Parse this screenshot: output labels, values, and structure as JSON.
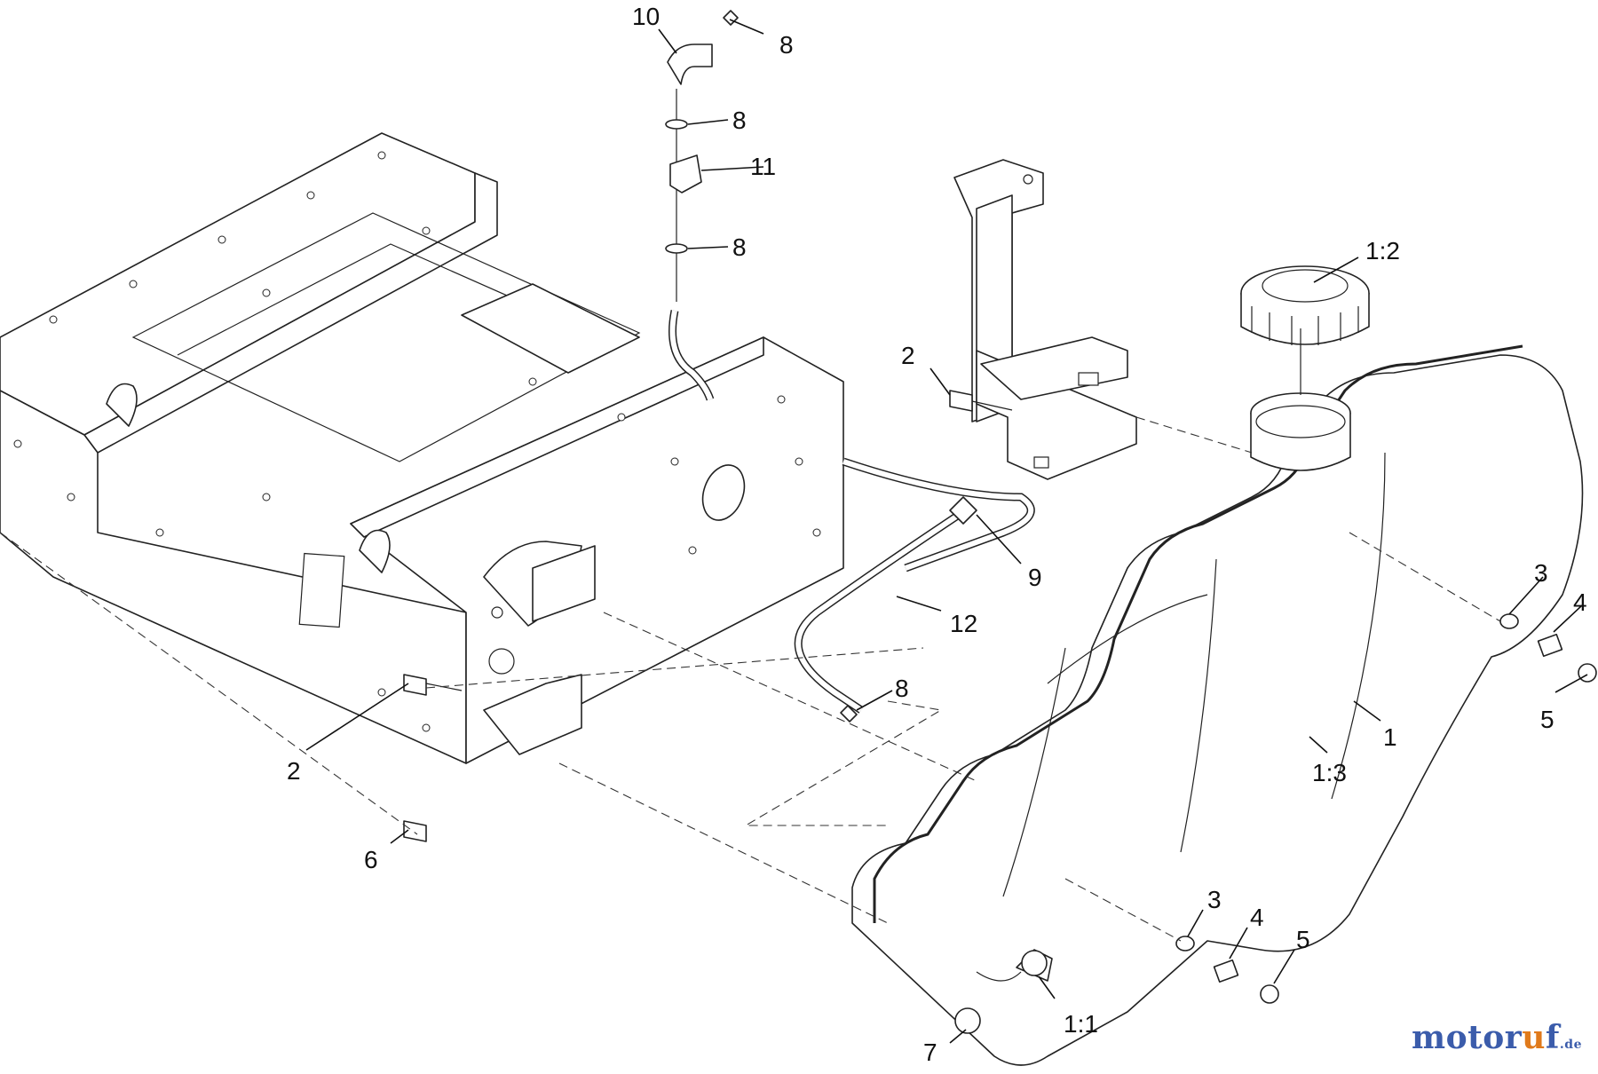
{
  "callouts": {
    "c10": "10",
    "c8a": "8",
    "c8b": "8",
    "c11": "11",
    "c8c": "8",
    "c12_cap": "1:2",
    "c2a": "2",
    "c9": "9",
    "c12": "12",
    "c8d": "8",
    "c3a": "3",
    "c4a": "4",
    "c5a": "5",
    "c1": "1",
    "c13": "1:3",
    "c2b": "2",
    "c6": "6",
    "c3b": "3",
    "c4b": "4",
    "c5b": "5",
    "c7": "7",
    "c11_tank": "1:1"
  },
  "watermark": {
    "main": "motor",
    "accent": "u",
    "tail": "f",
    "suffix": ".de"
  }
}
